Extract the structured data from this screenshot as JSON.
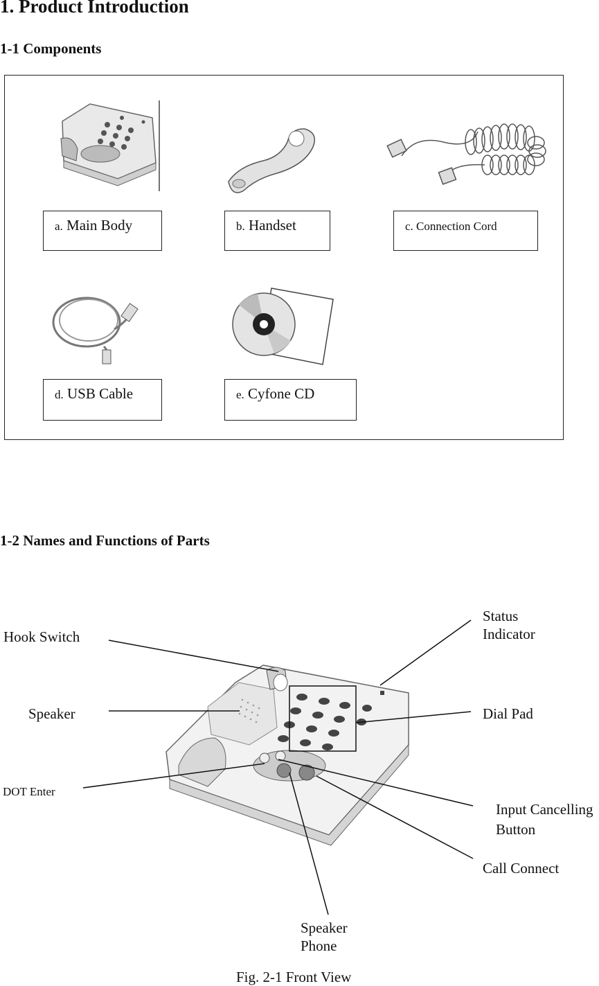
{
  "heading": "1. Product Introduction",
  "section_components": "1-1 Components",
  "components": [
    {
      "letter": "a.",
      "name": "Main Body"
    },
    {
      "letter": "b.",
      "name": "Handset"
    },
    {
      "letter": "c.",
      "name": "Connection Cord"
    },
    {
      "letter": "d.",
      "name": "USB Cable"
    },
    {
      "letter": "e.",
      "name": "Cyfone CD"
    }
  ],
  "section_parts": "1-2 Names and Functions of Parts",
  "callouts": {
    "hook_switch": "Hook Switch",
    "speaker": "Speaker",
    "dot_enter": "DOT Enter",
    "status_line1": "Status",
    "status_line2": "Indicator",
    "dial_pad": "Dial  Pad",
    "input_cancel_line1": "Input Cancelling",
    "input_cancel_line2": "Button",
    "call_connect": "Call Connect",
    "speaker_phone_line1": "Speaker",
    "speaker_phone_line2": "Phone"
  },
  "caption": "Fig. 2-1 Front View"
}
